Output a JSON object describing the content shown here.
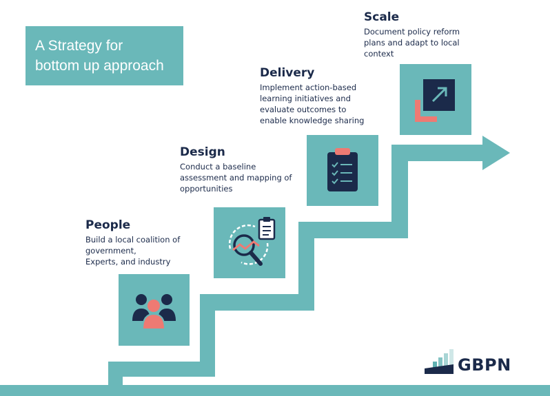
{
  "title": {
    "line1": "A Strategy for",
    "line2": "bottom up approach"
  },
  "steps": [
    {
      "title": "People",
      "desc": [
        "Build a local coalition of",
        "government,",
        "Experts, and industry"
      ],
      "icon": "people-icon"
    },
    {
      "title": "Design",
      "desc": [
        "Conduct a baseline",
        "assessment and mapping of",
        "opportunities"
      ],
      "icon": "analysis-icon"
    },
    {
      "title": "Delivery",
      "desc": [
        "Implement action-based",
        "learning initiatives and",
        "evaluate outcomes to",
        "enable knowledge sharing"
      ],
      "icon": "clipboard-checklist-icon"
    },
    {
      "title": "Scale",
      "desc": [
        "Document policy reform",
        "plans and adapt to local",
        "context"
      ],
      "icon": "scale-expand-icon"
    }
  ],
  "logo": {
    "text": "GBPN"
  },
  "colors": {
    "teal": "#6ab8b9",
    "navy": "#1b2a4a",
    "coral": "#ee7a73",
    "white": "#ffffff"
  }
}
